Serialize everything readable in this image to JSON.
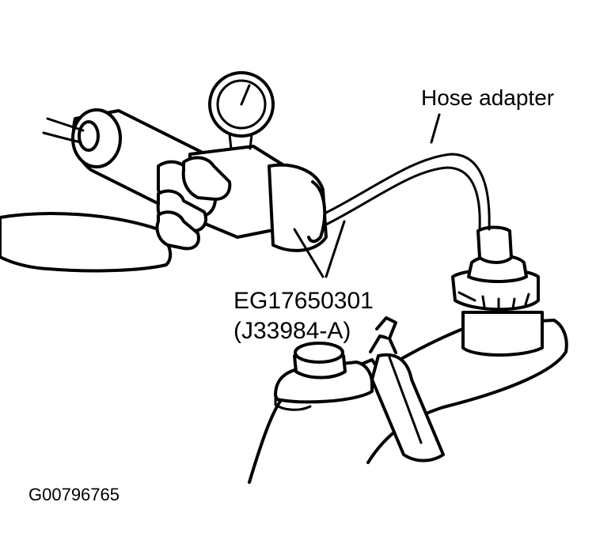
{
  "labels": {
    "hose_adapter": "Hose adapter",
    "tool_number": "EG17650301",
    "tool_alt_number": "(J33984-A)",
    "figure_id": "G00796765"
  },
  "colors": {
    "ink": "#000000",
    "paper": "#ffffff"
  }
}
